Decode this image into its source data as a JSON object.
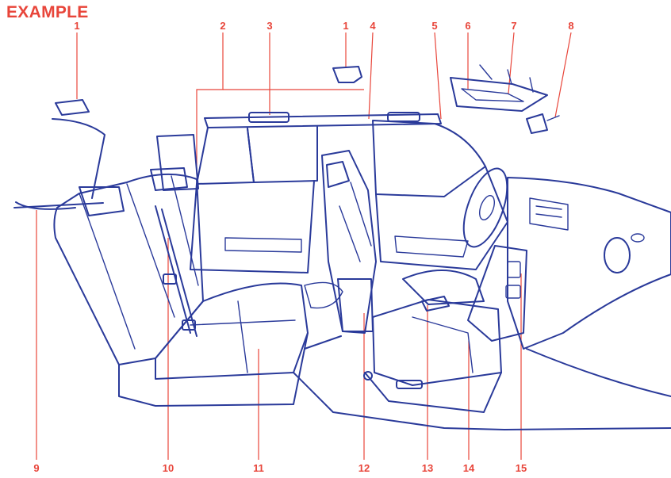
{
  "heading": "EXAMPLE",
  "colors": {
    "accent": "#e8453a",
    "line": "#2a3a9a",
    "fill": "#ffffff"
  },
  "callouts": {
    "c1a": "1",
    "c2": "2",
    "c3": "3",
    "c1b": "1",
    "c4": "4",
    "c5": "5",
    "c6": "6",
    "c7": "7",
    "c8": "8",
    "c9": "9",
    "c10": "10",
    "c11": "11",
    "c12": "12",
    "c13": "13",
    "c14": "14",
    "c15": "15"
  }
}
